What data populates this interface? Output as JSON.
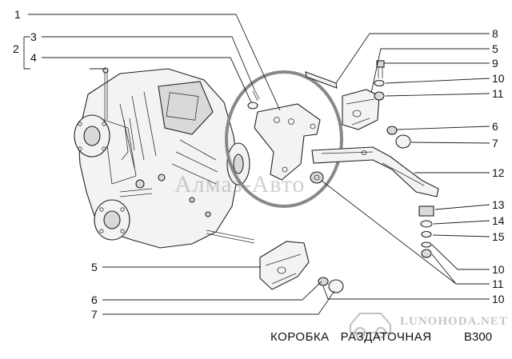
{
  "caption": {
    "title": "КОРОБКА   РАЗДАТОЧНАЯ",
    "code": "B300"
  },
  "watermarks": {
    "center": "Алмаз-Авто",
    "corner": "LUNOHODA.NET"
  },
  "callouts": {
    "left": [
      {
        "id": "c1",
        "label": "1"
      },
      {
        "id": "c2",
        "label": "2"
      },
      {
        "id": "c3",
        "label": "3"
      },
      {
        "id": "c4",
        "label": "4"
      },
      {
        "id": "c5",
        "label": "5"
      },
      {
        "id": "c6",
        "label": "6"
      },
      {
        "id": "c7",
        "label": "7"
      }
    ],
    "right": [
      {
        "id": "r8",
        "label": "8"
      },
      {
        "id": "r5",
        "label": "5"
      },
      {
        "id": "r9",
        "label": "9"
      },
      {
        "id": "r10a",
        "label": "10"
      },
      {
        "id": "r11a",
        "label": "11"
      },
      {
        "id": "r6",
        "label": "6"
      },
      {
        "id": "r7",
        "label": "7"
      },
      {
        "id": "r12",
        "label": "12"
      },
      {
        "id": "r13",
        "label": "13"
      },
      {
        "id": "r14",
        "label": "14"
      },
      {
        "id": "r15",
        "label": "15"
      },
      {
        "id": "r10b",
        "label": "10"
      },
      {
        "id": "r11b",
        "label": "11"
      },
      {
        "id": "r10c",
        "label": "10"
      }
    ]
  }
}
